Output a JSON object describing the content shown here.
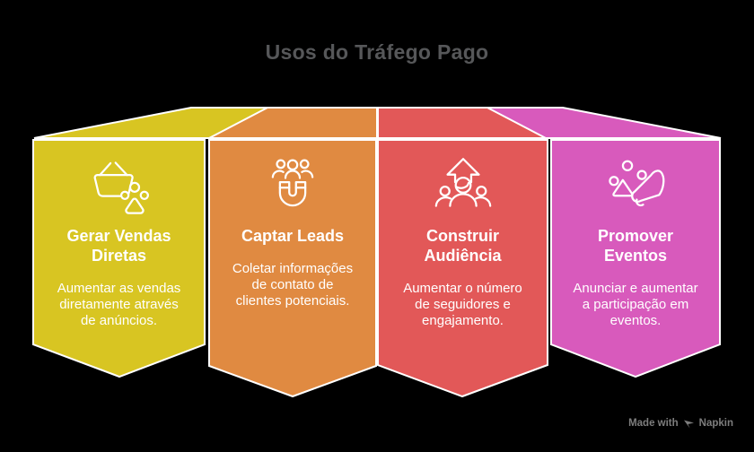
{
  "title": "Usos do Tráfego Pago",
  "colors": {
    "background": "#000000",
    "title_text": "#565759",
    "card_text": "#ffffff",
    "outline": "#ffffff",
    "footer_text": "#7d7d7d",
    "yellow": "#d8c522",
    "orange": "#e08a41",
    "red": "#e25858",
    "pink": "#d85abc"
  },
  "cards": [
    {
      "title": "Gerar Vendas\nDiretas",
      "description": "Aumentar as vendas\ndiretamente através\nde anúncios.",
      "color": "#d8c522",
      "icon": "shopping-basket-icon"
    },
    {
      "title": "Captar Leads",
      "description": "Coletar informações\nde contato de\nclientes potenciais.",
      "color": "#e08a41",
      "icon": "lead-magnet-icon"
    },
    {
      "title": "Construir\nAudiência",
      "description": "Aumentar o número\nde seguidores e\nengajamento.",
      "color": "#e25858",
      "icon": "audience-growth-icon"
    },
    {
      "title": "Promover\nEventos",
      "description": "Anunciar e aumentar\na participação em\neventos.",
      "color": "#d85abc",
      "icon": "event-megaphone-icon"
    }
  ],
  "footer": {
    "made_with": "Made with",
    "brand": "Napkin"
  }
}
